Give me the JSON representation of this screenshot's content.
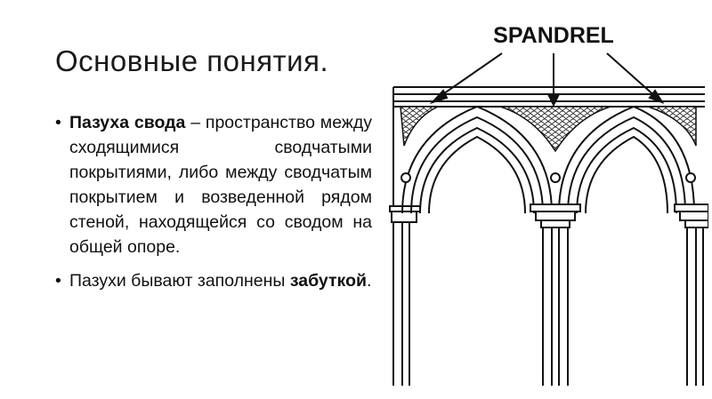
{
  "slide": {
    "title": "Основные понятия.",
    "bullet1": {
      "marker": "•",
      "bold": "Пазуха свода",
      "text": " – пространство между сходящимися сводчатыми покрытиями, либо между сводчатым покрытием и возведенной рядом стеной, находящейся со сводом на общей опоре."
    },
    "bullet2": {
      "marker": "•",
      "text_before": "Пазухи бывают заполнены ",
      "bold": "забуткой",
      "text_after": "."
    }
  },
  "figure": {
    "label": "SPANDREL",
    "icon": "gothic-arcade-spandrel-drawing",
    "colors": {
      "ink": "#111111",
      "paper": "#ffffff"
    }
  }
}
